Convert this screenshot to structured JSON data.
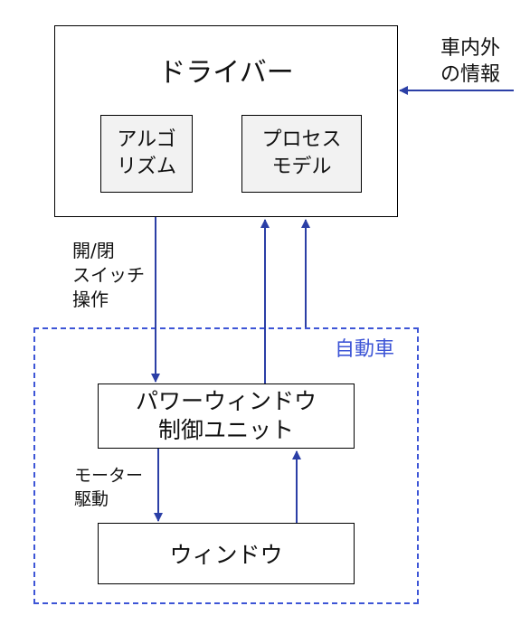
{
  "driver": {
    "title": "ドライバー",
    "algorithm": "アルゴ\nリズム",
    "process_model": "プロセス\nモデル"
  },
  "external_info": "車内外\nの情報",
  "control_action": "開/閉\nスイッチ\n操作",
  "vehicle_label": "自動車",
  "pw_unit": "パワーウィンドウ\n制御ユニット",
  "motor_drive": "モーター\n駆動",
  "window": "ウィンドウ",
  "colors": {
    "arrow": "#2b3fa6",
    "vehicle_border": "#3d55d6",
    "vehicle_text": "#3d55d6",
    "inner_fill": "#f2f2f2"
  }
}
